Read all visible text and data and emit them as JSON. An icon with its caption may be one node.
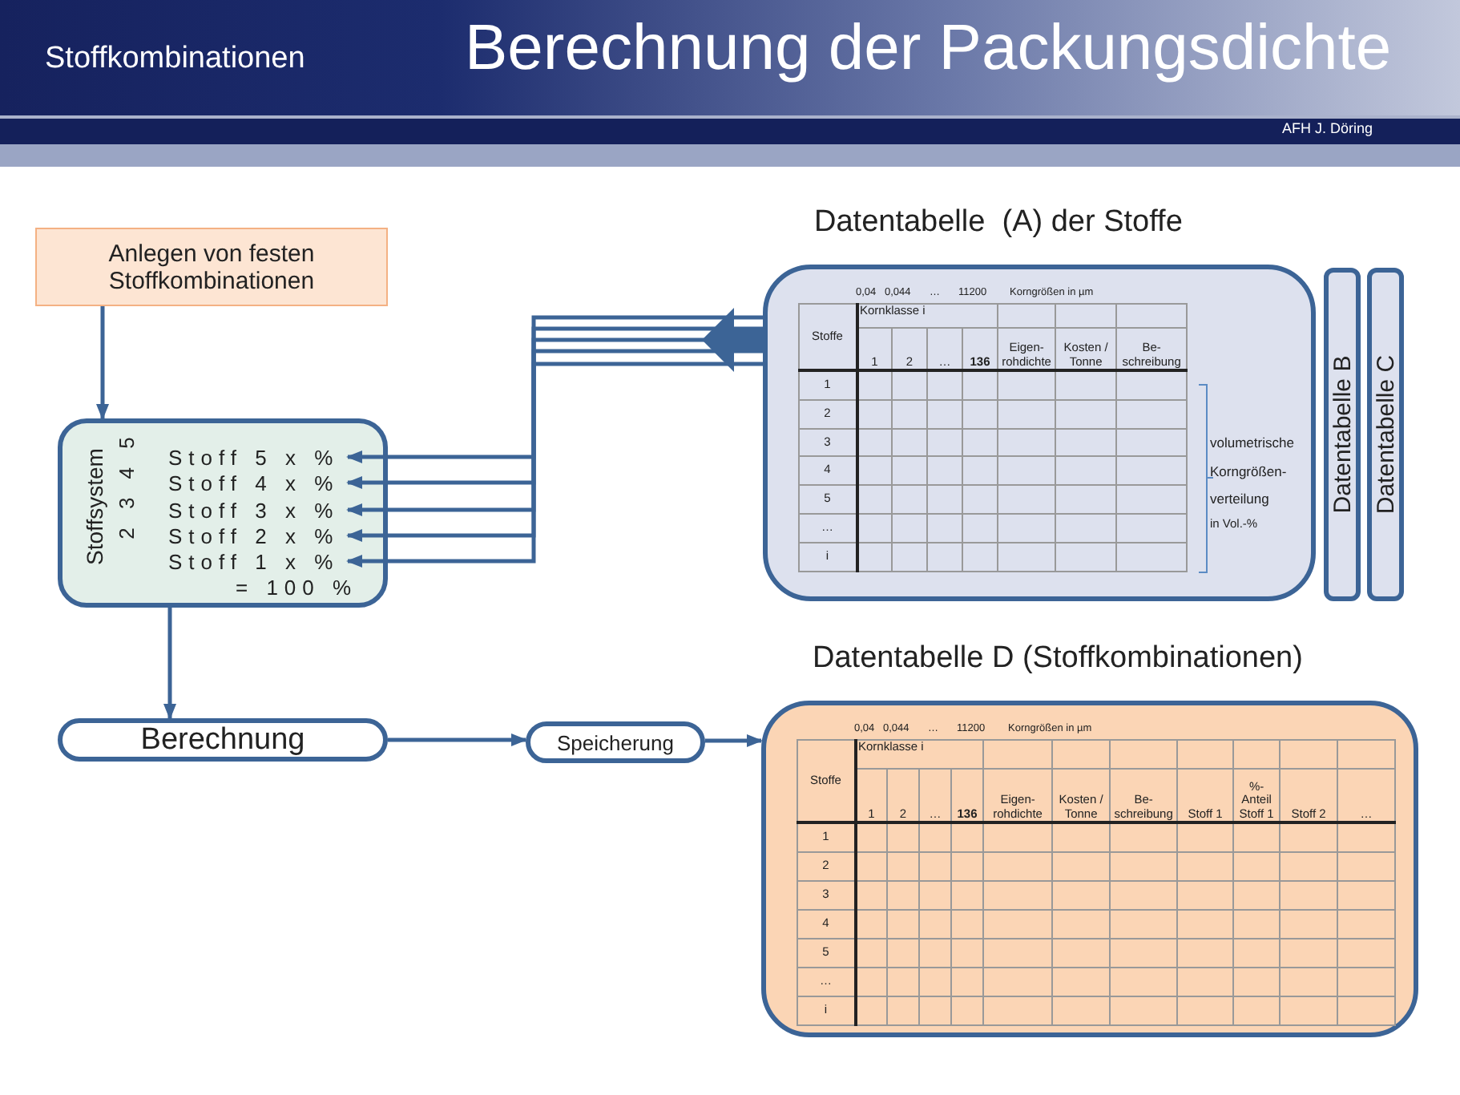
{
  "diagram": {
    "title": "Berechnung der Packungsdichte",
    "nodes": [
      {
        "text": [
          "Anlegen von festen Stoffkombinationen"
        ]
      },
      {
        "text": [
          "Stoffsystem",
          "2 3 4 5",
          "= 100 %"
        ]
      },
      {
        "text": [
          "Stoff 5 x %"
        ],
        "in": 1
      },
      {
        "text": [
          "Stoff 4 x %"
        ],
        "in": 1
      },
      {
        "text": [
          "Stoff 3 x %"
        ],
        "in": 1
      },
      {
        "text": [
          "Stoff 2 x %"
        ],
        "in": 1
      },
      {
        "text": [
          "Stoff 1 x %"
        ],
        "in": 1
      },
      {
        "text": [
          "Datentabelle  (A) der Stoffe"
        ]
      },
      {
        "text": [
          "Datentabelle B"
        ]
      },
      {
        "text": [
          "Datentabelle C"
        ]
      },
      {
        "text": [
          "Berechnung"
        ]
      },
      {
        "text": [
          "Speicherung"
        ]
      },
      {
        "text": [
          "Datentabelle D (Stoffkombinationen)"
        ]
      }
    ],
    "edges": [
      {
        "from": 0,
        "to": 1,
        "arrow": "to"
      },
      {
        "from": 7,
        "to": 2,
        "arrow": "to"
      },
      {
        "from": 7,
        "to": 3,
        "arrow": "to"
      },
      {
        "from": 7,
        "to": 4,
        "arrow": "to"
      },
      {
        "from": 7,
        "to": 5,
        "arrow": "to"
      },
      {
        "from": 7,
        "to": 6,
        "arrow": "to"
      },
      {
        "from": 1,
        "to": 10,
        "arrow": "to"
      },
      {
        "from": 10,
        "to": 11,
        "arrow": "to"
      },
      {
        "from": 11,
        "to": 12,
        "arrow": "to"
      }
    ],
    "labels": [
      "Stoffkombinationen",
      "AFH J. Döring",
      "0,04",
      "0,044",
      "…",
      "11200",
      "Korngrößen in µm",
      "Stoffe",
      "Kornklasse i",
      "1",
      "2",
      "…",
      "136",
      "Eigen- rohdichte",
      "Kosten / Tonne",
      "Be- schreibung",
      "1",
      "2",
      "3",
      "4",
      "5",
      "…",
      "i",
      "volumetrische Korngrößen- verteilung",
      "in Vol.-%",
      "0,04",
      "0,044",
      "…",
      "11200",
      "Korngrößen in µm",
      "Stoffe",
      "Kornklasse i",
      "1",
      "2",
      "…",
      "136",
      "Eigen- rohdichte",
      "Kosten / Tonne",
      "Be- schreibung",
      "Stoff 1",
      "%- Anteil Stoff 1",
      "Stoff 2",
      "…",
      "1",
      "2",
      "3",
      "4",
      "5",
      "…",
      "i"
    ]
  }
}
